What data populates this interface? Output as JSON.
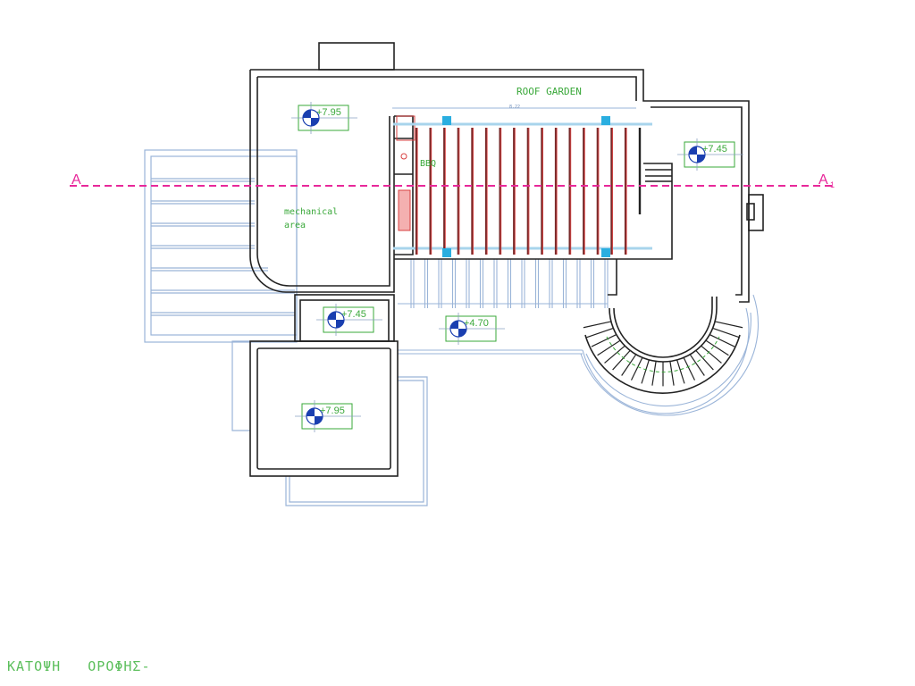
{
  "drawing": {
    "title": "ΚΑΤΟΨΗ   ΟΡΟΦΗΣ-",
    "labels": {
      "roof_garden": "ROOF GARDEN",
      "dimension": "8.22",
      "bbq": "BBQ",
      "mechanical_line1": "mechanical",
      "mechanical_line2": "area"
    },
    "section": {
      "left": "A",
      "right": "A",
      "right_sub": "1"
    },
    "levels": [
      {
        "name": "level-mechanical",
        "value": "+7.95"
      },
      {
        "name": "level-right-wing",
        "value": "+7.45"
      },
      {
        "name": "level-small-room",
        "value": "+7.45"
      },
      {
        "name": "level-deck",
        "value": "+4.70"
      },
      {
        "name": "level-bottom-room",
        "value": "+7.95"
      }
    ],
    "colors": {
      "wall": "#222222",
      "section": "#e8289a",
      "text": "#3aa83a",
      "blue": "#9ab4d8",
      "marker": "#1a3fb0",
      "beam": "#c83838",
      "cyan": "#2aaee0"
    }
  }
}
